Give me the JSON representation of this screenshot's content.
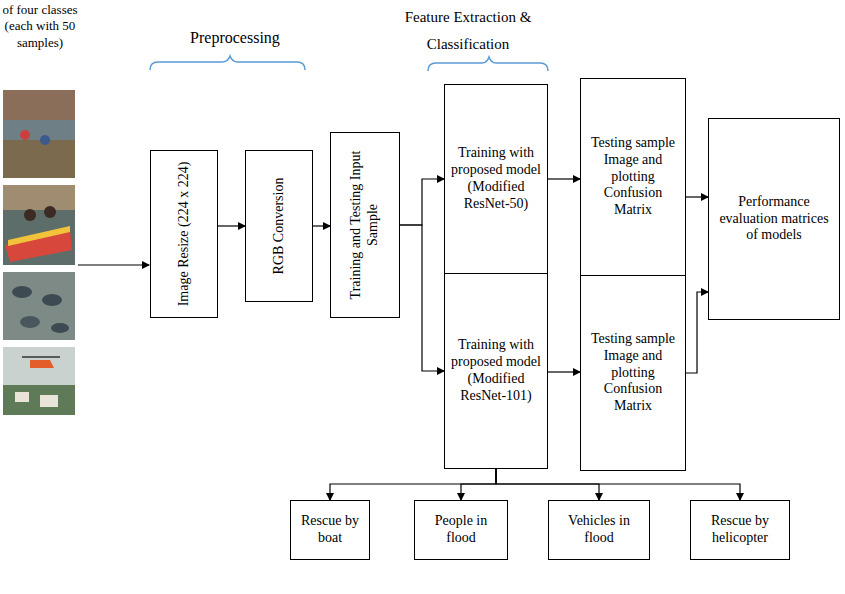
{
  "diagram": {
    "nodes": [
      {
        "text": [
          "Image Resize (224 x 224)"
        ]
      },
      {
        "text": [
          "RGB Conversion"
        ]
      },
      {
        "text": [
          "Training and Testing Input Sample"
        ]
      },
      {
        "text": [
          "Training with proposed model (Modified ResNet-50)"
        ]
      },
      {
        "text": [
          "Training with proposed model (Modified ResNet-101)"
        ]
      },
      {
        "text": [
          "Testing sample Image and plotting Confusion Matrix"
        ]
      },
      {
        "text": [
          "Testing sample Image and plotting Confusion Matrix"
        ]
      },
      {
        "text": [
          "Performance evaluation matrices of models"
        ]
      },
      {
        "text": [
          "Rescue by boat"
        ]
      },
      {
        "text": [
          "People in flood"
        ]
      },
      {
        "text": [
          "Vehicles in flood"
        ]
      },
      {
        "text": [
          "Rescue by helicopter"
        ]
      }
    ],
    "edges": [
      {
        "from": 0,
        "to": 1,
        "arrow": "to"
      },
      {
        "from": 1,
        "to": 2,
        "arrow": "to"
      },
      {
        "from": 2,
        "to": 3,
        "arrow": "to"
      },
      {
        "from": 2,
        "to": 4,
        "arrow": "to"
      },
      {
        "from": 3,
        "to": 5,
        "arrow": "to"
      },
      {
        "from": 4,
        "to": 6,
        "arrow": "to"
      },
      {
        "from": 5,
        "to": 7,
        "arrow": "to"
      },
      {
        "from": 6,
        "to": 7,
        "arrow": "to"
      },
      {
        "from": 4,
        "to": 8,
        "arrow": "to"
      },
      {
        "from": 4,
        "to": 9,
        "arrow": "to"
      },
      {
        "from": 4,
        "to": 10,
        "arrow": "to"
      },
      {
        "from": 4,
        "to": 11,
        "arrow": "to"
      }
    ],
    "labels": [
      "of four classes (each with 50 samples)",
      "Preprocessing",
      "Feature Extraction & Classification"
    ]
  }
}
